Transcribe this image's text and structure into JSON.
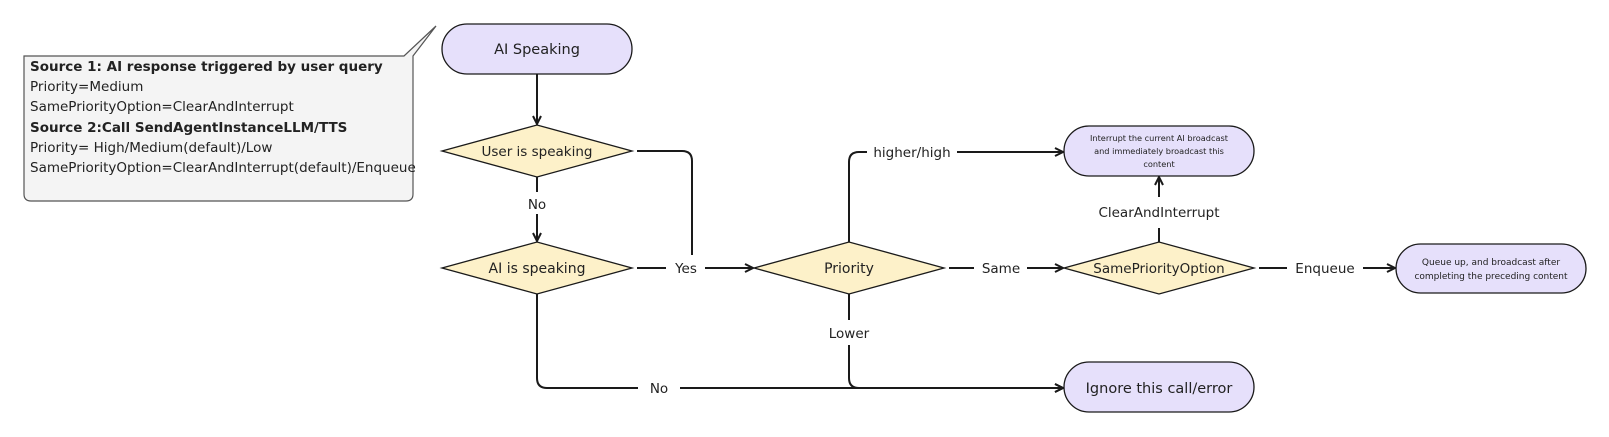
{
  "callout": {
    "source1_title": "Source 1: AI response triggered by user query",
    "source1_priority": "Priority=Medium",
    "source1_option": "SamePriorityOption=ClearAndInterrupt",
    "source2_title": "Source 2:Call SendAgentInstanceLLM/TTS",
    "source2_priority": "Priority= High/Medium(default)/Low",
    "source2_option": "SamePriorityOption=ClearAndInterrupt(default)/Enqueue"
  },
  "nodes": {
    "ai_speaking_start": "AI Speaking",
    "user_is_speaking": "User is speaking",
    "ai_is_speaking": "AI is speaking",
    "priority": "Priority",
    "same_priority_option": "SamePriorityOption",
    "interrupt_line1": "Interrupt the current AI broadcast",
    "interrupt_line2": "and immediately broadcast this",
    "interrupt_line3": "content",
    "queue_line1": "Queue up, and broadcast after",
    "queue_line2": "completing the preceding content",
    "ignore": "Ignore this call/error"
  },
  "edges": {
    "no_user": "No",
    "yes": "Yes",
    "higher": "higher/high",
    "same": "Same",
    "lower": "Lower",
    "clear_and_interrupt": "ClearAndInterrupt",
    "enqueue": "Enqueue",
    "no_ai": "No"
  },
  "colors": {
    "terminal_fill": "#e6e0fb",
    "decision_fill": "#fdf1c9",
    "callout_fill": "#f4f4f4",
    "stroke": "#1a1a1a"
  }
}
